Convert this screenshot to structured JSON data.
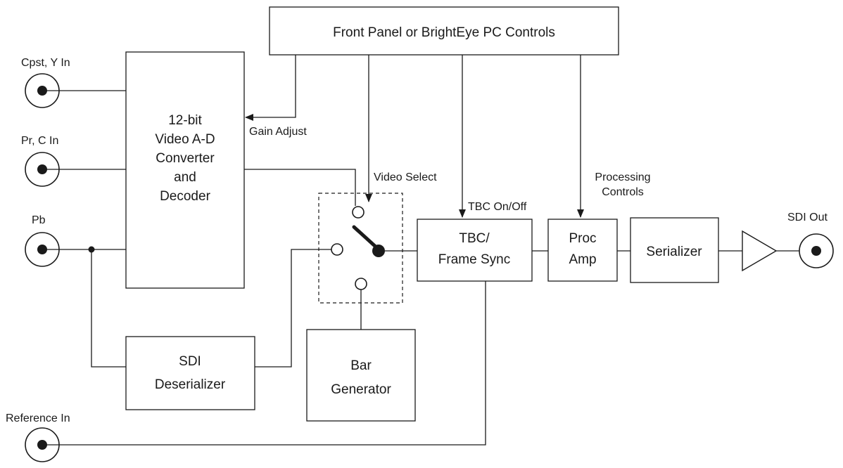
{
  "control_panel": {
    "label": "Front Panel or BrightEye PC Controls"
  },
  "adc": {
    "lines": [
      "12-bit",
      "Video A-D",
      "Converter",
      "and",
      "Decoder"
    ]
  },
  "tbc": {
    "lines": [
      "TBC/",
      "Frame Sync"
    ]
  },
  "proc_amp": {
    "lines": [
      "Proc",
      "Amp"
    ]
  },
  "serializer": {
    "label": "Serializer"
  },
  "sdi_deserializer": {
    "lines": [
      "SDI",
      "Deserializer"
    ]
  },
  "bar_generator": {
    "lines": [
      "Bar",
      "Generator"
    ]
  },
  "inputs": {
    "cpst_y": "Cpst, Y In",
    "pr_c": "Pr, C In",
    "pb": "Pb",
    "reference": "Reference In"
  },
  "outputs": {
    "sdi_out": "SDI Out"
  },
  "control_labels": {
    "gain_adjust": "Gain Adjust",
    "video_select": "Video Select",
    "tbc_on_off": "TBC On/Off",
    "processing_controls": [
      "Processing",
      "Controls"
    ]
  }
}
